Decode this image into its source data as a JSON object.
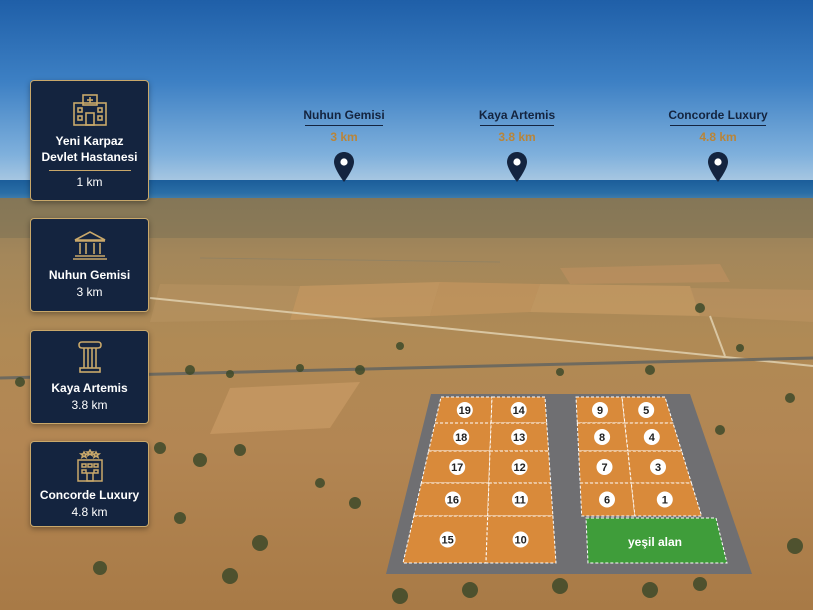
{
  "info_cards": [
    {
      "name": "Yeni Karpaz Devlet Hastanesi",
      "distance": "1 km",
      "icon": "hospital-icon"
    },
    {
      "name": "Nuhun Gemisi",
      "distance": "3 km",
      "icon": "museum-icon"
    },
    {
      "name": "Kaya Artemis",
      "distance": "3.8 km",
      "icon": "column-icon"
    },
    {
      "name": "Concorde Luxury",
      "distance": "4.8 km",
      "icon": "hotel-icon"
    }
  ],
  "map_pins": [
    {
      "name": "Nuhun Gemisi",
      "distance": "3 km"
    },
    {
      "name": "Kaya Artemis",
      "distance": "3.8 km"
    },
    {
      "name": "Concorde Luxury",
      "distance": "4.8 km"
    }
  ],
  "site_plan": {
    "lots": [
      "19",
      "14",
      "18",
      "13",
      "17",
      "12",
      "16",
      "11",
      "15",
      "10",
      "9",
      "5",
      "8",
      "4",
      "7",
      "3",
      "6",
      "1"
    ],
    "green_area_label": "yeşil alan"
  },
  "colors": {
    "card_bg": "#14243f",
    "card_border": "#c9a86a",
    "lot_fill": "#d98a3a",
    "green_area": "#3f9d3a",
    "pin": "#14243f",
    "distance_text": "#b8853a"
  }
}
